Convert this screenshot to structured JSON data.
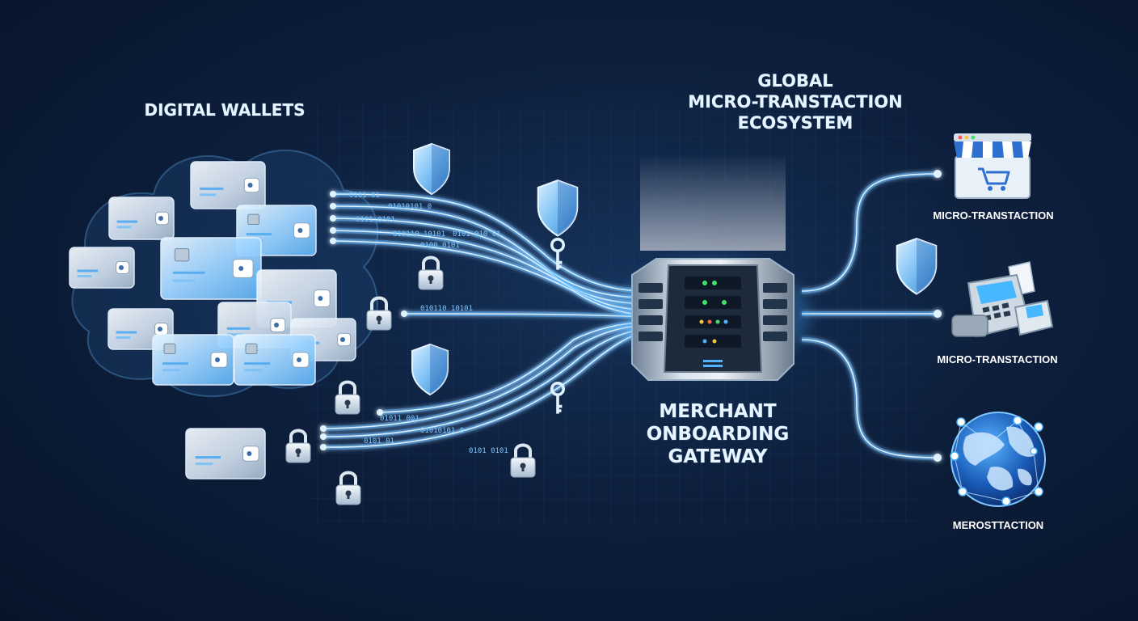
{
  "diagram": {
    "source_title": "DIGITAL WALLETS",
    "ecosystem_title": [
      "GLOBAL",
      "MICRO-TRANSTACTION",
      "ECOSYSTEM"
    ],
    "gateway_title": [
      "MERCHANT",
      "ONBOARDING",
      "GATEWAY"
    ],
    "outputs": [
      {
        "label": "MICRO-TRANSTACTION",
        "icon": "storefront-cart-icon"
      },
      {
        "label": "MICRO-TRANSTACTION",
        "icon": "pos-terminal-icon"
      },
      {
        "label": "MEROSTTACTION",
        "icon": "globe-network-icon"
      }
    ],
    "binary_snippets": [
      "0101 01",
      "01010101 0",
      "0101 0101",
      "010110 10101",
      "0100 0101",
      "0101 010 01",
      "01011 001"
    ],
    "colors": {
      "background": "#0d1f3c",
      "line_glow": "#4fb4ff",
      "line_core": "#d9f0ff",
      "accent": "#2e8fe6",
      "title": "#e8f4ff"
    }
  }
}
